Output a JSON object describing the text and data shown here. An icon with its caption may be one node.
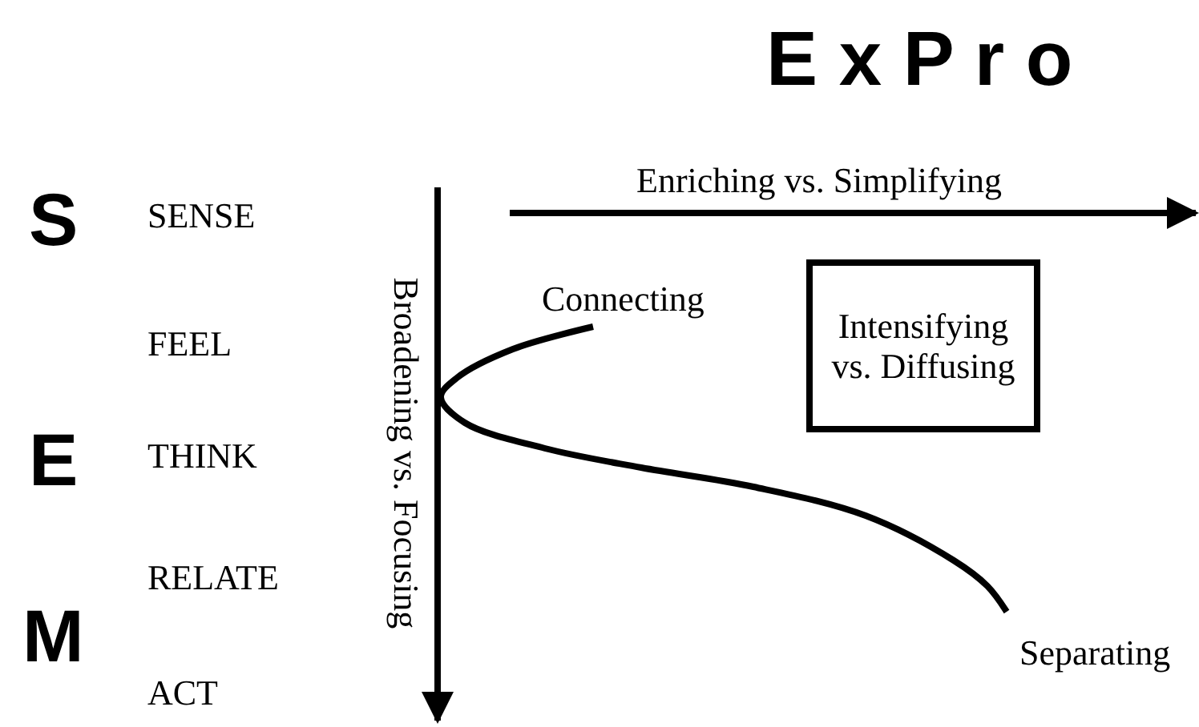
{
  "diagram": {
    "title": "E x P r o",
    "nodes": [
      {
        "text": [
          "Intensifying vs. Diffusing"
        ]
      }
    ],
    "labels": [
      "S",
      "SENSE",
      "FEEL",
      "E",
      "THINK",
      "RELATE",
      "M",
      "ACT",
      "Enriching vs. Simplifying",
      "Broadening vs. Focusing",
      "Connecting",
      "Separating"
    ]
  }
}
